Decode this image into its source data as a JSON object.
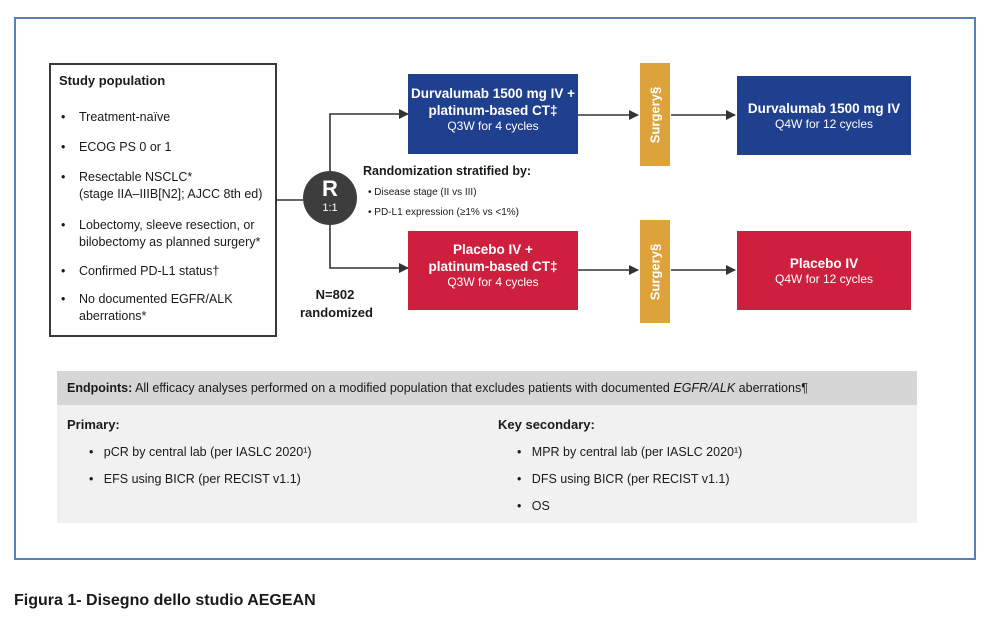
{
  "population": {
    "title": "Study population",
    "items": [
      {
        "lines": [
          "Treatment-naïve"
        ]
      },
      {
        "lines": [
          "ECOG PS 0 or 1"
        ]
      },
      {
        "lines": [
          "Resectable NSCLC*",
          "(stage IIA–IIIB[N2]; AJCC 8th ed)"
        ]
      },
      {
        "lines": [
          "Lobectomy, sleeve resection, or",
          "bilobectomy as planned surgery*"
        ]
      },
      {
        "lines": [
          "Confirmed PD-L1 status†"
        ]
      },
      {
        "lines": [
          "No documented EGFR/ALK",
          "aberrations*"
        ]
      }
    ]
  },
  "randomization": {
    "letter": "R",
    "ratio": "1:1"
  },
  "stratification": {
    "title": "Randomization stratified by:",
    "items": [
      "Disease stage (II vs III)",
      "PD-L1 expression (≥1% vs <1%)"
    ]
  },
  "n_randomized": {
    "line1": "N=802",
    "line2": "randomized"
  },
  "arms": {
    "durvalumab": {
      "neoadjuvant_line1": "Durvalumab 1500 mg IV +",
      "neoadjuvant_line2": "platinum-based CT‡",
      "neoadjuvant_schedule": "Q3W for 4 cycles",
      "surgery": "Surgery§",
      "adjuvant_title": "Durvalumab 1500 mg IV",
      "adjuvant_schedule": "Q4W for 12 cycles"
    },
    "placebo": {
      "neoadjuvant_line1": "Placebo IV +",
      "neoadjuvant_line2": "platinum-based CT‡",
      "neoadjuvant_schedule": "Q3W for 4 cycles",
      "surgery": "Surgery§",
      "adjuvant_title": "Placebo IV",
      "adjuvant_schedule": "Q4W for 12 cycles"
    }
  },
  "endpoints": {
    "label": "Endpoints:",
    "text_before": "All efficacy analyses performed on a modified population that excludes patients with documented",
    "text_emph": "EGFR/ALK",
    "text_after": "aberrations¶",
    "primary": {
      "title": "Primary:",
      "items": [
        "pCR by central lab (per IASLC 2020¹)",
        "EFS using BICR (per RECIST v1.1)"
      ]
    },
    "secondary": {
      "title": "Key secondary:",
      "items": [
        "MPR by central lab (per IASLC 2020¹)",
        "DFS using BICR (per RECIST v1.1)",
        "OS"
      ]
    }
  },
  "caption": "Figura 1- Disegno dello studio AEGEAN",
  "colors": {
    "durvalumab_arm": "#1f3f8f",
    "placebo_arm": "#cf1f3f",
    "surgery": "#dda33a",
    "frame_border": "#5b7fb7"
  }
}
